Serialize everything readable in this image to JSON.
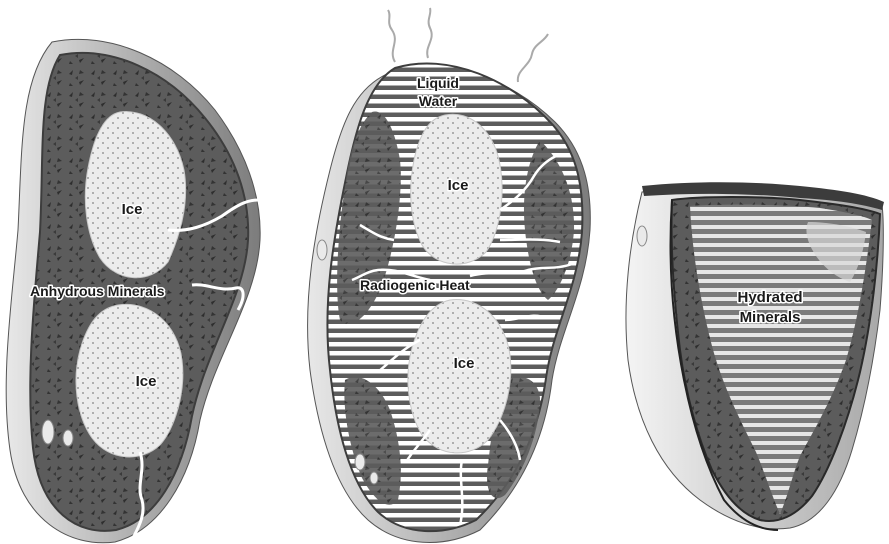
{
  "panels": [
    {
      "labels": {
        "ice_top": "Ice",
        "ice_bottom": "Ice",
        "minerals": "Anhydrous Minerals"
      }
    },
    {
      "labels": {
        "water_line1": "Liquid",
        "water_line2": "Water",
        "ice_top": "Ice",
        "heat": "Radiogenic Heat",
        "ice_bottom": "Ice"
      }
    },
    {
      "labels": {
        "hydrated_line1": "Hydrated",
        "hydrated_line2": "Minerals"
      }
    }
  ],
  "colors": {
    "rock": "#5c5c5c",
    "rock_edge": "#3d3d3d",
    "crust": "#9a9a9a",
    "ice": "#ececec",
    "water_stripe": "#ffffff",
    "background": "#ffffff"
  }
}
